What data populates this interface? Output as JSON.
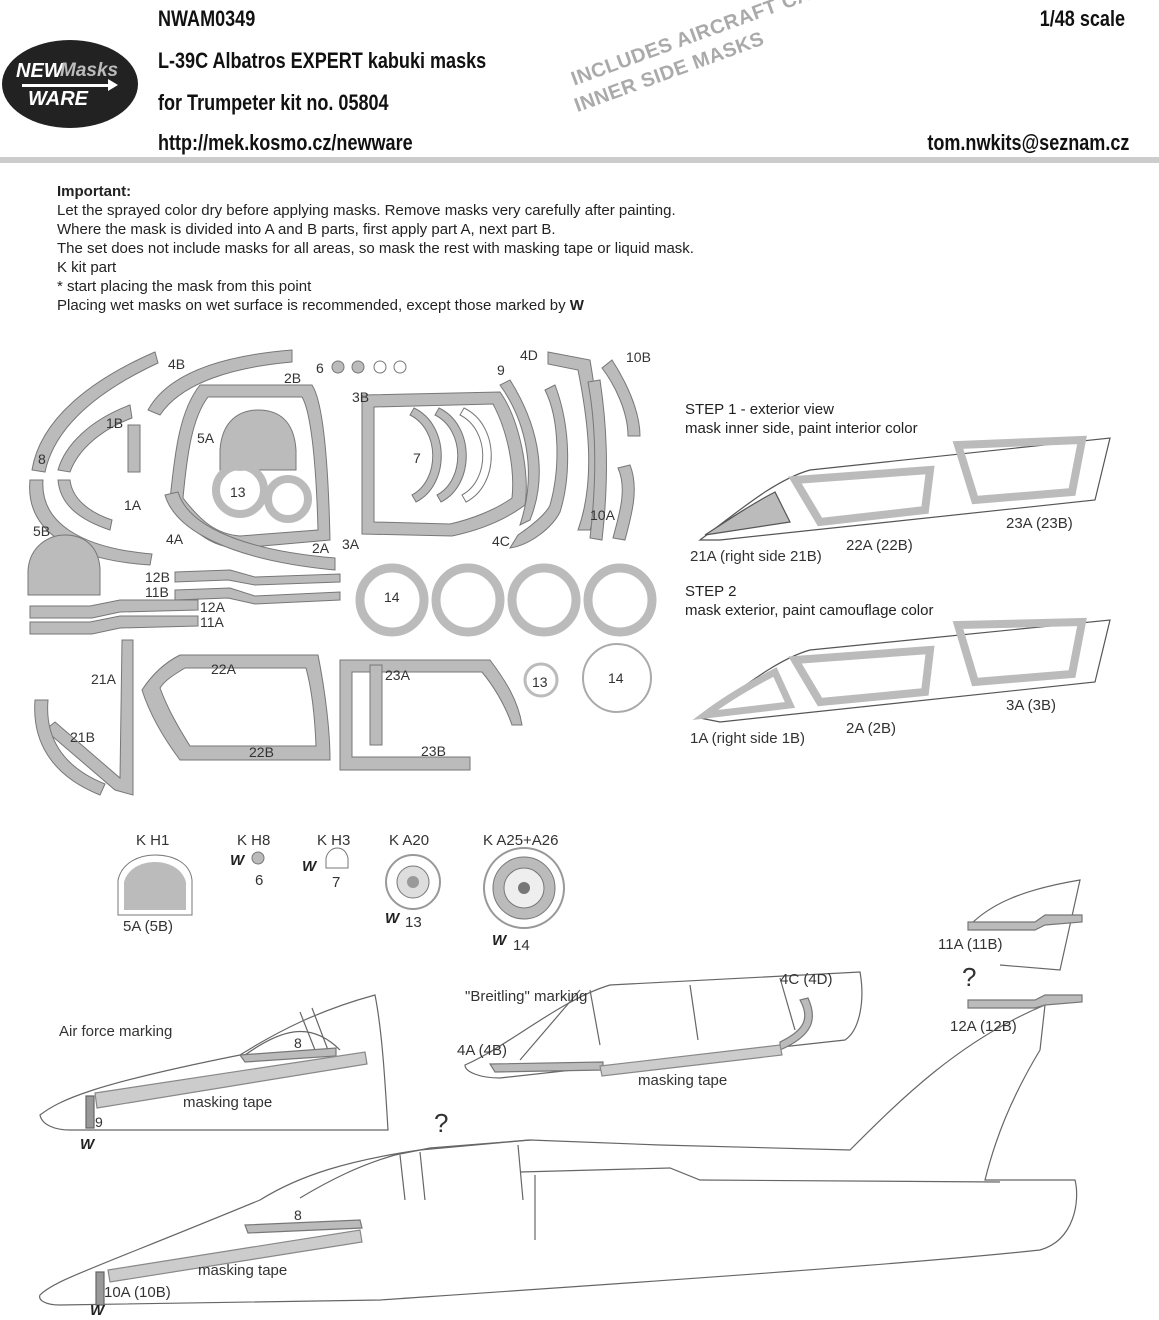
{
  "header": {
    "code": "NWAM0349",
    "title": "L-39C Albatros EXPERT kabuki masks",
    "subtitle": "for Trumpeter kit no. 05804",
    "url": "http://mek.kosmo.cz/newware",
    "scale": "1/48 scale",
    "email": "tom.nwkits@seznam.cz",
    "stamp_line1": "INCLUDES AIRCRAFT CANOPY",
    "stamp_line2": "INNER SIDE MASKS",
    "logo_new": "NEW",
    "logo_masks": "Masks",
    "logo_ware": "WARE"
  },
  "instructions": {
    "heading": "Important:",
    "lines": [
      "Let the sprayed color dry before applying masks. Remove masks very carefully after painting.",
      "Where the mask is divided into A and B parts, first apply part A, next part B.",
      "The set does not include masks for all areas, so mask the rest with masking tape or liquid mask.",
      "K kit part",
      "*  start placing the mask from this point",
      "Placing wet masks on wet surface is recommended, except those marked by"
    ],
    "wet_symbol": "W"
  },
  "sheet_labels": {
    "l4B": "4B",
    "l2B": "2B",
    "l6": "6",
    "l9": "9",
    "l4D": "4D",
    "l10B": "10B",
    "l1B": "1B",
    "l8": "8",
    "l3B": "3B",
    "l5A": "5A",
    "l7": "7",
    "l13a": "13",
    "l1A": "1A",
    "l4A": "4A",
    "l2A": "2A",
    "l3A": "3A",
    "l4C": "4C",
    "l10A": "10A",
    "l5B": "5B",
    "l12B": "12B",
    "l11B": "11B",
    "l12A": "12A",
    "l11A": "11A",
    "l14a": "14",
    "l21A": "21A",
    "l21B": "21B",
    "l22A": "22A",
    "l22B": "22B",
    "l23A": "23A",
    "l23B": "23B",
    "l13b": "13",
    "l14b": "14"
  },
  "steps": {
    "step1_title": "STEP 1 - exterior view",
    "step1_desc": "mask inner side, paint interior color",
    "step1_a": "21A (right side 21B)",
    "step1_b": "22A (22B)",
    "step1_c": "23A (23B)",
    "step2_title": "STEP 2",
    "step2_desc": "mask exterior, paint camouflage color",
    "step2_a": "1A (right side 1B)",
    "step2_b": "2A (2B)",
    "step2_c": "3A (3B)"
  },
  "kit_parts": [
    {
      "kit": "K H1",
      "label": "5A (5B)"
    },
    {
      "kit": "K H8",
      "label": "6"
    },
    {
      "kit": "K H3",
      "label": "7"
    },
    {
      "kit": "K A20",
      "label": "13"
    },
    {
      "kit": "K A25+A26",
      "label": "14"
    }
  ],
  "diagrams": {
    "air_force": "Air force marking",
    "breitling": "\"Breitling\" marking",
    "masking_tape": "masking tape",
    "l8": "8",
    "l9": "9",
    "l4A4B": "4A (4B)",
    "l4C4D": "4C (4D)",
    "l11A11B": "11A (11B)",
    "l12A12B": "12A (12B)",
    "l10A10B": "10A (10B)",
    "question": "?"
  }
}
